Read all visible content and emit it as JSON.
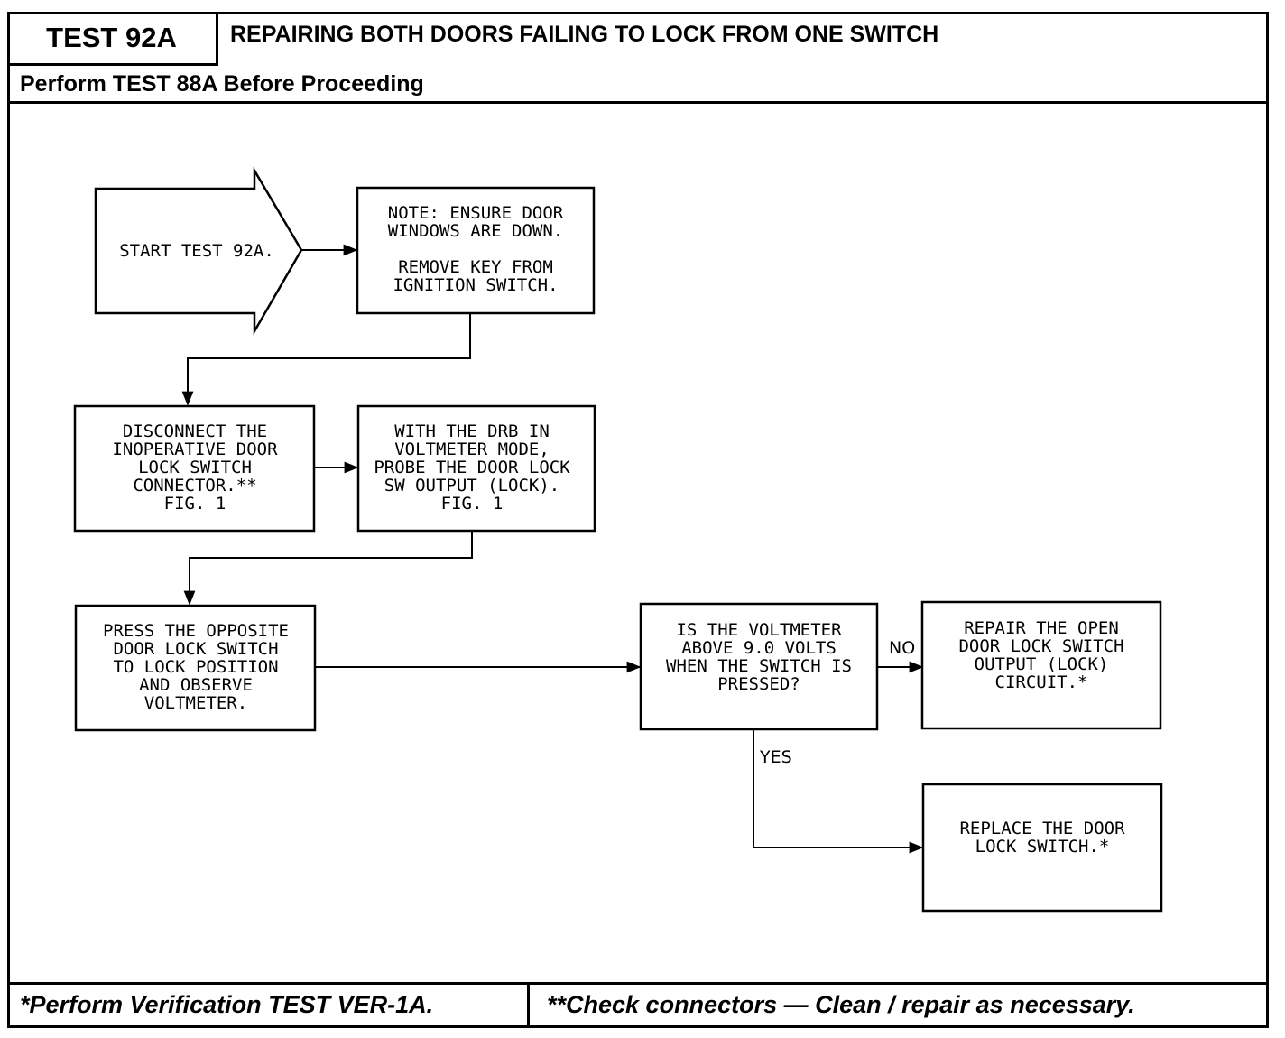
{
  "header": {
    "test_id": "TEST 92A",
    "title": "REPAIRING BOTH DOORS FAILING TO LOCK FROM ONE SWITCH",
    "prerequisite": "Perform TEST 88A Before Proceeding"
  },
  "flowchart": {
    "start": "START TEST 92A.",
    "note": [
      "NOTE: ENSURE DOOR",
      "WINDOWS ARE DOWN.",
      "",
      "REMOVE KEY FROM",
      "IGNITION SWITCH."
    ],
    "disconnect": [
      "DISCONNECT THE",
      "INOPERATIVE DOOR",
      "LOCK SWITCH",
      "CONNECTOR.**",
      "FIG. 1"
    ],
    "probe": [
      "WITH THE DRB IN",
      "VOLTMETER MODE,",
      "PROBE THE DOOR LOCK",
      "SW OUTPUT (LOCK).",
      "FIG. 1"
    ],
    "press": [
      "PRESS THE OPPOSITE",
      "DOOR LOCK SWITCH",
      "TO LOCK POSITION",
      "AND OBSERVE",
      "VOLTMETER."
    ],
    "question": [
      "IS THE VOLTMETER",
      "ABOVE 9.0 VOLTS",
      "WHEN THE SWITCH IS",
      "PRESSED?"
    ],
    "repair": [
      "REPAIR THE OPEN",
      "DOOR LOCK SWITCH",
      "OUTPUT (LOCK)",
      "CIRCUIT.*"
    ],
    "replace": [
      "REPLACE THE DOOR",
      "LOCK SWITCH.*"
    ],
    "label_no": "NO",
    "label_yes": "YES"
  },
  "footer": {
    "left": "*Perform Verification TEST VER-1A.",
    "right": "**Check connectors — Clean / repair as necessary."
  }
}
